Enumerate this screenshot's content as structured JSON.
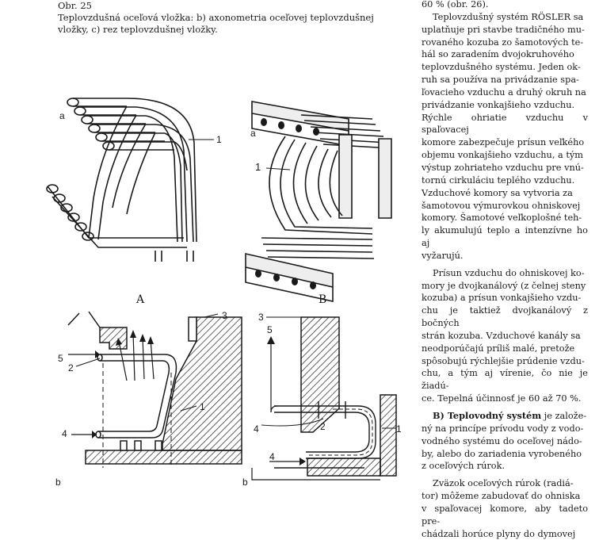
{
  "caption": {
    "number": "Obr. 25",
    "text": "Teplovzdušná oceľová vložka: b) axonometria oceľovej teplovzdušnej vložky, c) rez teplovzdušnej vložky."
  },
  "figures": {
    "A": {
      "label": "A",
      "panel": "a",
      "part1": "1"
    },
    "B": {
      "label": "B",
      "panel": "a",
      "part1": "1"
    },
    "C": {
      "panel": "b",
      "n1": "1",
      "n2": "2",
      "n3": "3",
      "n4": "4",
      "n5": "5"
    },
    "D": {
      "panel": "b",
      "n1": "1",
      "n2": "2",
      "n3": "3",
      "n4a": "4",
      "n4b": "4",
      "n5": "5"
    }
  },
  "column": {
    "lines": [
      "60 % (obr. 26).",
      "Teplovzdušný systém RÖSLER sa",
      "uplatňuje pri stavbe tradičného mu-",
      "rovaného kozuba zo šamotových te-",
      "hál so zaradením dvojokruhového",
      "teplovzdušného systému. Jeden ok-",
      "ruh sa používa na privádzanie spa-",
      "ľovacieho vzduchu a druhý okruh na",
      "privádzanie vonkajšieho vzduchu.",
      "Rýchle ohriatie vzduchu v spaľovacej",
      "komore zabezpečuje prísun veľkého",
      "objemu vonkajšieho vzduchu, a tým",
      "výstup zohriateho vzduchu pre vnú-",
      "tornú cirkuláciu teplého vzduchu.",
      "Vzduchové komory sa vytvoria za",
      "šamotovou výmurovkou ohniskovej",
      "komory. Šamotové veľkoplošné teh-",
      "ly akumulujú teplo a intenzívne ho aj",
      "vyžarujú."
    ],
    "p2": [
      "Prísun vzduchu do ohniskovej ko-",
      "mory je dvojkanálový (z čelnej steny",
      "kozuba) a prísun vonkajšieho vzdu-",
      "chu je taktiež dvojkanálový z bočných",
      "strán kozuba. Vzduchové kanály sa",
      "neodporúčajú príliš malé, pretože",
      "spôsobujú rýchlejšie prúdenie vzdu-",
      "chu, a tým aj vírenie, čo nie je žiadú-",
      "ce. Tepelná účinnosť je 60 až 70 %."
    ],
    "p3_bold": "B) Teplovodný systém",
    "p3_first": " je založe-",
    "p3": [
      "ný na princípe prívodu vody z vodo-",
      "vodného systému do oceľovej nádo-",
      "by, alebo do zariadenia vyrobeného",
      "z oceľových rúrok."
    ],
    "p4": [
      "Zväzok oceľových rúrok (radiá-",
      "tor) môžeme zabudovať do ohniska",
      "v spaľovacej komore, aby tadeto pre-",
      "chádzali horúce plyny do dymovej"
    ]
  }
}
